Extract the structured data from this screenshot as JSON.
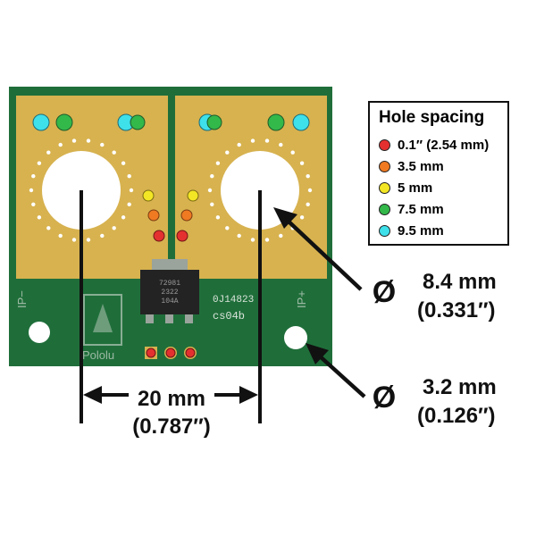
{
  "legend": {
    "title": "Hole spacing",
    "items": [
      {
        "label": "0.1″ (2.54 mm)",
        "color": "#e53030"
      },
      {
        "label": "3.5 mm",
        "color": "#ef7a22"
      },
      {
        "label": "5 mm",
        "color": "#f3e624"
      },
      {
        "label": "7.5 mm",
        "color": "#33b84a"
      },
      {
        "label": "9.5 mm",
        "color": "#3ee0ea"
      }
    ]
  },
  "board": {
    "colors": {
      "pcb": "#1f6e3a",
      "copper": "#d7b24f",
      "silkscreen": "#e6eee6",
      "chip": "#232323"
    },
    "labels": {
      "ip_minus": "IP−",
      "ip_plus": "IP+",
      "chip_line1": "72981",
      "chip_line2": "2322",
      "chip_line3": "104A",
      "lot_code": "0J14823",
      "part_code": "cs04b",
      "logo": "Pololu"
    }
  },
  "dimensions": {
    "large_hole": {
      "symbol": "Ø",
      "metric": "8.4 mm",
      "imperial": "(0.331″)"
    },
    "small_hole": {
      "symbol": "Ø",
      "metric": "3.2 mm",
      "imperial": "(0.126″)"
    },
    "spacing": {
      "metric": "20 mm",
      "imperial": "(0.787″)"
    }
  }
}
